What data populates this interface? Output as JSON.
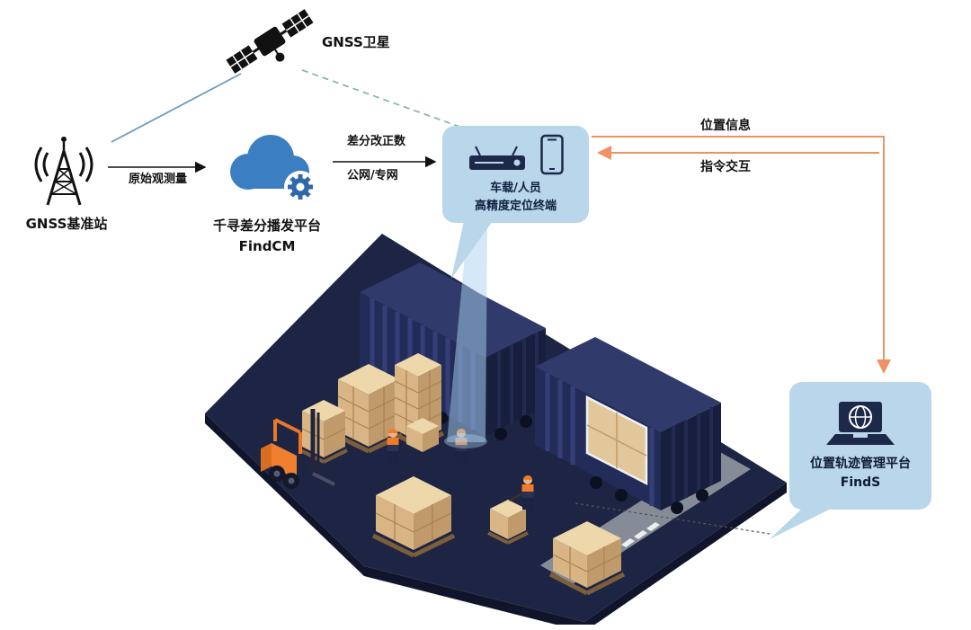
{
  "diagram": {
    "satellite_label": "GNSS卫星",
    "base_station_label": "GNSS基准站",
    "cloud": {
      "title": "千寻差分播发平台",
      "subtitle": "FindCM"
    },
    "terminal": {
      "line1": "车载/人员",
      "line2": "高精度定位终端"
    },
    "platform": {
      "title": "位置轨迹管理平台",
      "subtitle": "FindS"
    },
    "edges": {
      "raw": "原始观测量",
      "correction": "差分改正数",
      "network": "公网/专网",
      "position": "位置信息",
      "command": "指令交互"
    },
    "icons": {
      "satellite": "satellite-icon",
      "base_station": "radio-tower-icon",
      "cloud": "cloud-gear-icon",
      "terminal": "receiver-and-phone-icon",
      "platform": "laptop-globe-icon"
    },
    "colors": {
      "node_bubble": "#b9d6ea",
      "orange_arrow": "#ee9263",
      "cloud_blue": "#3b7ec2",
      "container_navy": "#232c58",
      "box_tan": "#d9b586",
      "beam_blue": "#a9d2ef",
      "dashed_teal": "#8ab8ae",
      "solid_blue_link": "#6d9cc0"
    }
  }
}
